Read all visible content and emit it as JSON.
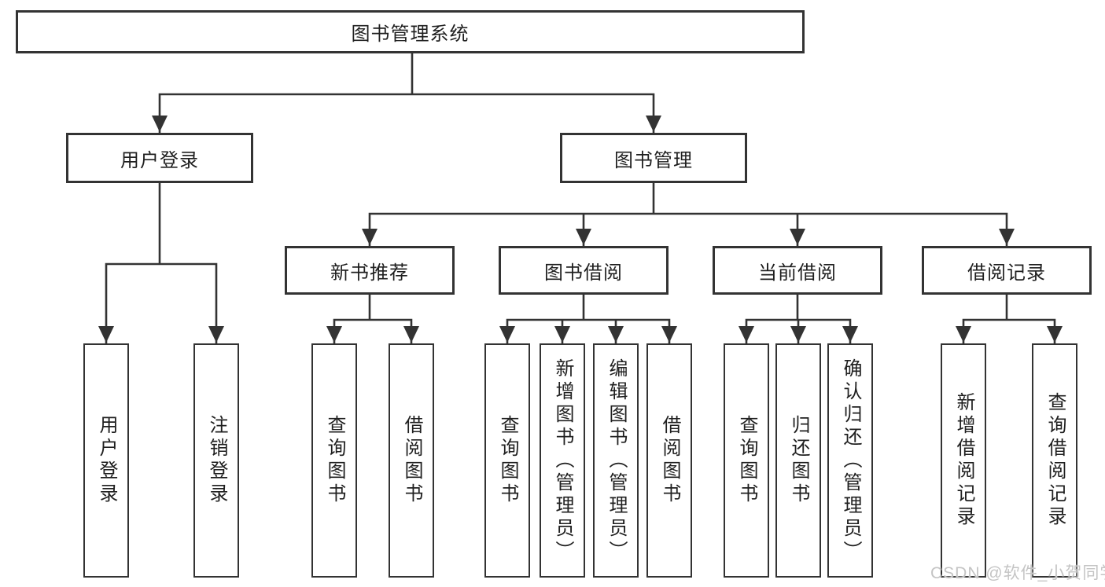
{
  "diagram": {
    "type": "tree-structure-chart",
    "title": "图书管理系统"
  },
  "colors": {
    "background": "#ffffff",
    "line": "#333333",
    "box_border": "#333333",
    "text": "#1f1f1f",
    "watermark": "#c4c4c4"
  },
  "watermark": {
    "text": "CSDN @软件_小贺同学"
  },
  "nodes": {
    "root": {
      "label": "图书管理系统"
    },
    "user_login": {
      "label": "用户登录"
    },
    "book_mgmt": {
      "label": "图书管理"
    },
    "new_book_rec": {
      "label": "新书推荐"
    },
    "book_borrow": {
      "label": "图书借阅"
    },
    "current_borrow": {
      "label": "当前借阅"
    },
    "borrow_record": {
      "label": "借阅记录"
    },
    "leaf_user_login": {
      "label": "用户登录"
    },
    "leaf_logout": {
      "label": "注销登录"
    },
    "rec_query_book": {
      "label": "查询图书"
    },
    "rec_borrow_book": {
      "label": "借阅图书"
    },
    "bb_query_book": {
      "label": "查询图书"
    },
    "bb_add_book": {
      "label": "新增图书（管理员）"
    },
    "bb_edit_book": {
      "label": "编辑图书（管理员）"
    },
    "bb_borrow_book": {
      "label": "借阅图书"
    },
    "cb_query_book": {
      "label": "查询图书"
    },
    "cb_return_book": {
      "label": "归还图书"
    },
    "cb_confirm_return": {
      "label": "确认归还（管理员）"
    },
    "br_add_record": {
      "label": "新增借阅记录"
    },
    "br_query_record": {
      "label": "查询借阅记录"
    }
  },
  "tree": {
    "root": [
      "user_login",
      "book_mgmt"
    ],
    "user_login": [
      "leaf_user_login",
      "leaf_logout"
    ],
    "book_mgmt": [
      "new_book_rec",
      "book_borrow",
      "current_borrow",
      "borrow_record"
    ],
    "new_book_rec": [
      "rec_query_book",
      "rec_borrow_book"
    ],
    "book_borrow": [
      "bb_query_book",
      "bb_add_book",
      "bb_edit_book",
      "bb_borrow_book"
    ],
    "current_borrow": [
      "cb_query_book",
      "cb_return_book",
      "cb_confirm_return"
    ],
    "borrow_record": [
      "br_add_record",
      "br_query_record"
    ]
  }
}
